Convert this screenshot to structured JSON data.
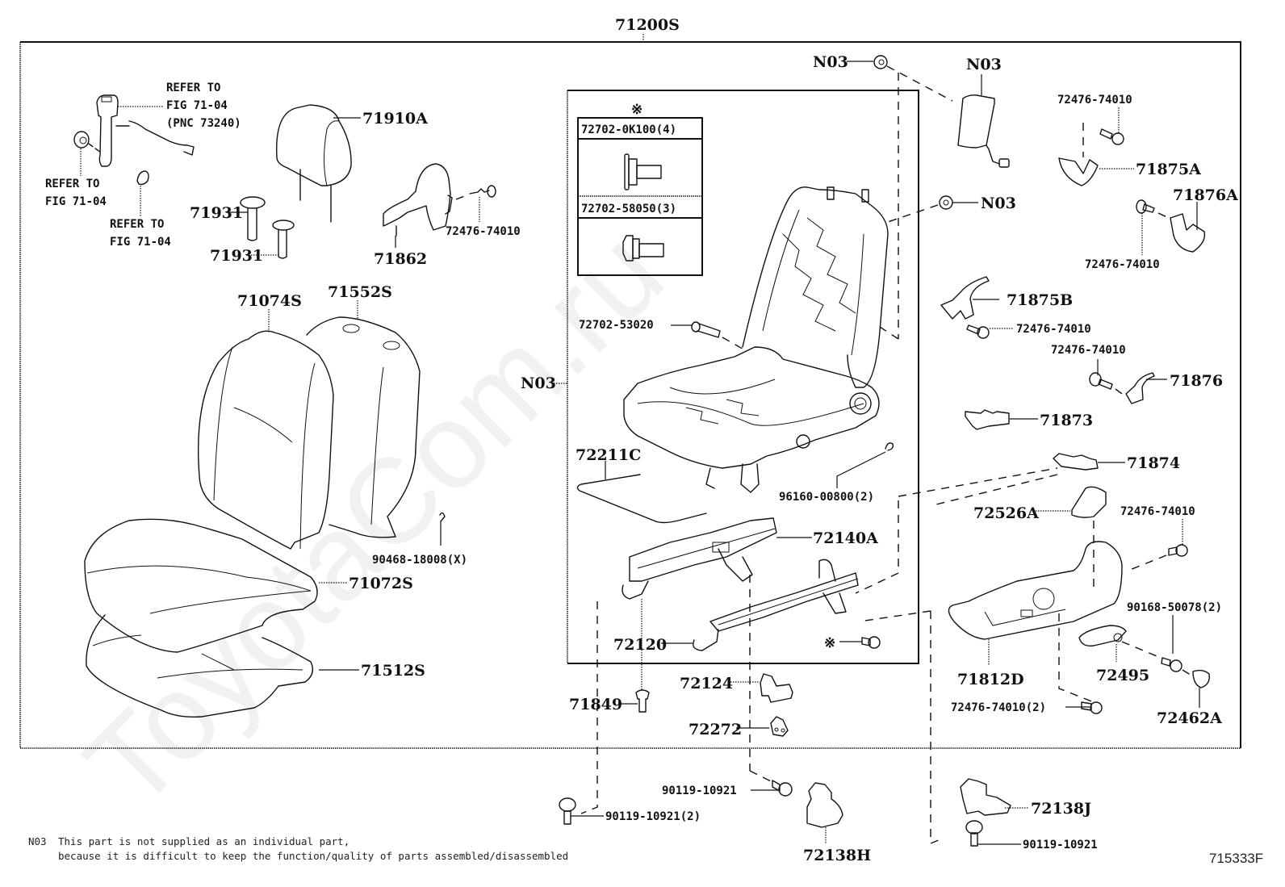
{
  "figure": {
    "assembly_label": "71200S",
    "figure_id": "715333F",
    "watermark": "ToyotaCom.ru"
  },
  "refer_notes": {
    "belt": [
      "REFER TO",
      "FIG 71-04",
      "(PNC 73240)"
    ],
    "grommet_left": [
      "REFER TO",
      "FIG 71-04"
    ],
    "grommet_right": [
      "REFER TO",
      "FIG 71-04"
    ]
  },
  "kit_box": {
    "marker": "※",
    "items": [
      {
        "part_no": "72702-0K100(4)"
      },
      {
        "part_no": "72702-58050(3)"
      }
    ]
  },
  "labels": {
    "headrest": "71910A",
    "support_upper": "71931",
    "support_lower": "71931",
    "bracket_71862": "71862",
    "bolt_71862": "72476-74010",
    "back_cover": "71074S",
    "back_pad": "71552S",
    "hog_ring_back": "90468-18008(X)",
    "cushion_cover": "71072S",
    "cushion_pad": "71512S",
    "frame_n03": "N03",
    "nut_top": "N03",
    "airbag": "N03",
    "nut_mid": "N03",
    "bolt_frame": "72702-53020",
    "wire_72211c": "72211C",
    "clip_96160": "96160-00800(2)",
    "adjuster_72140a": "72140A",
    "adjuster_72120": "72120",
    "kit_marker": "※",
    "pin_71849": "71849",
    "cover_72124": "72124",
    "clip_72272": "72272",
    "bolt_90119_mid": "90119-10921",
    "bolt_90119_left": "90119-10921(2)",
    "cover_72138h": "72138H",
    "cover_72138j": "72138J",
    "bolt_90119_right": "90119-10921",
    "screw_71875a": "72476-74010",
    "cover_71875a": "71875A",
    "cover_71876a": "71876A",
    "screw_71876a": "72476-74010",
    "cover_71875b": "71875B",
    "screw_71875b": "72476-74010",
    "screw_71876": "72476-74010",
    "cover_71876": "71876",
    "cover_71873": "71873",
    "cover_71874": "71874",
    "knob_72526a": "72526A",
    "screw_shield_top": "72476-74010",
    "screw_90168": "90168-50078(2)",
    "shield_71812d": "71812D",
    "lever_72495": "72495",
    "screw_shield_bottom": "72476-74010(2)",
    "cap_72462a": "72462A"
  },
  "footnote": {
    "code": "N03",
    "line1": "This part is not supplied as an individual part,",
    "line2": "because it is difficult to keep the function/quality of parts assembled/disassembled"
  }
}
